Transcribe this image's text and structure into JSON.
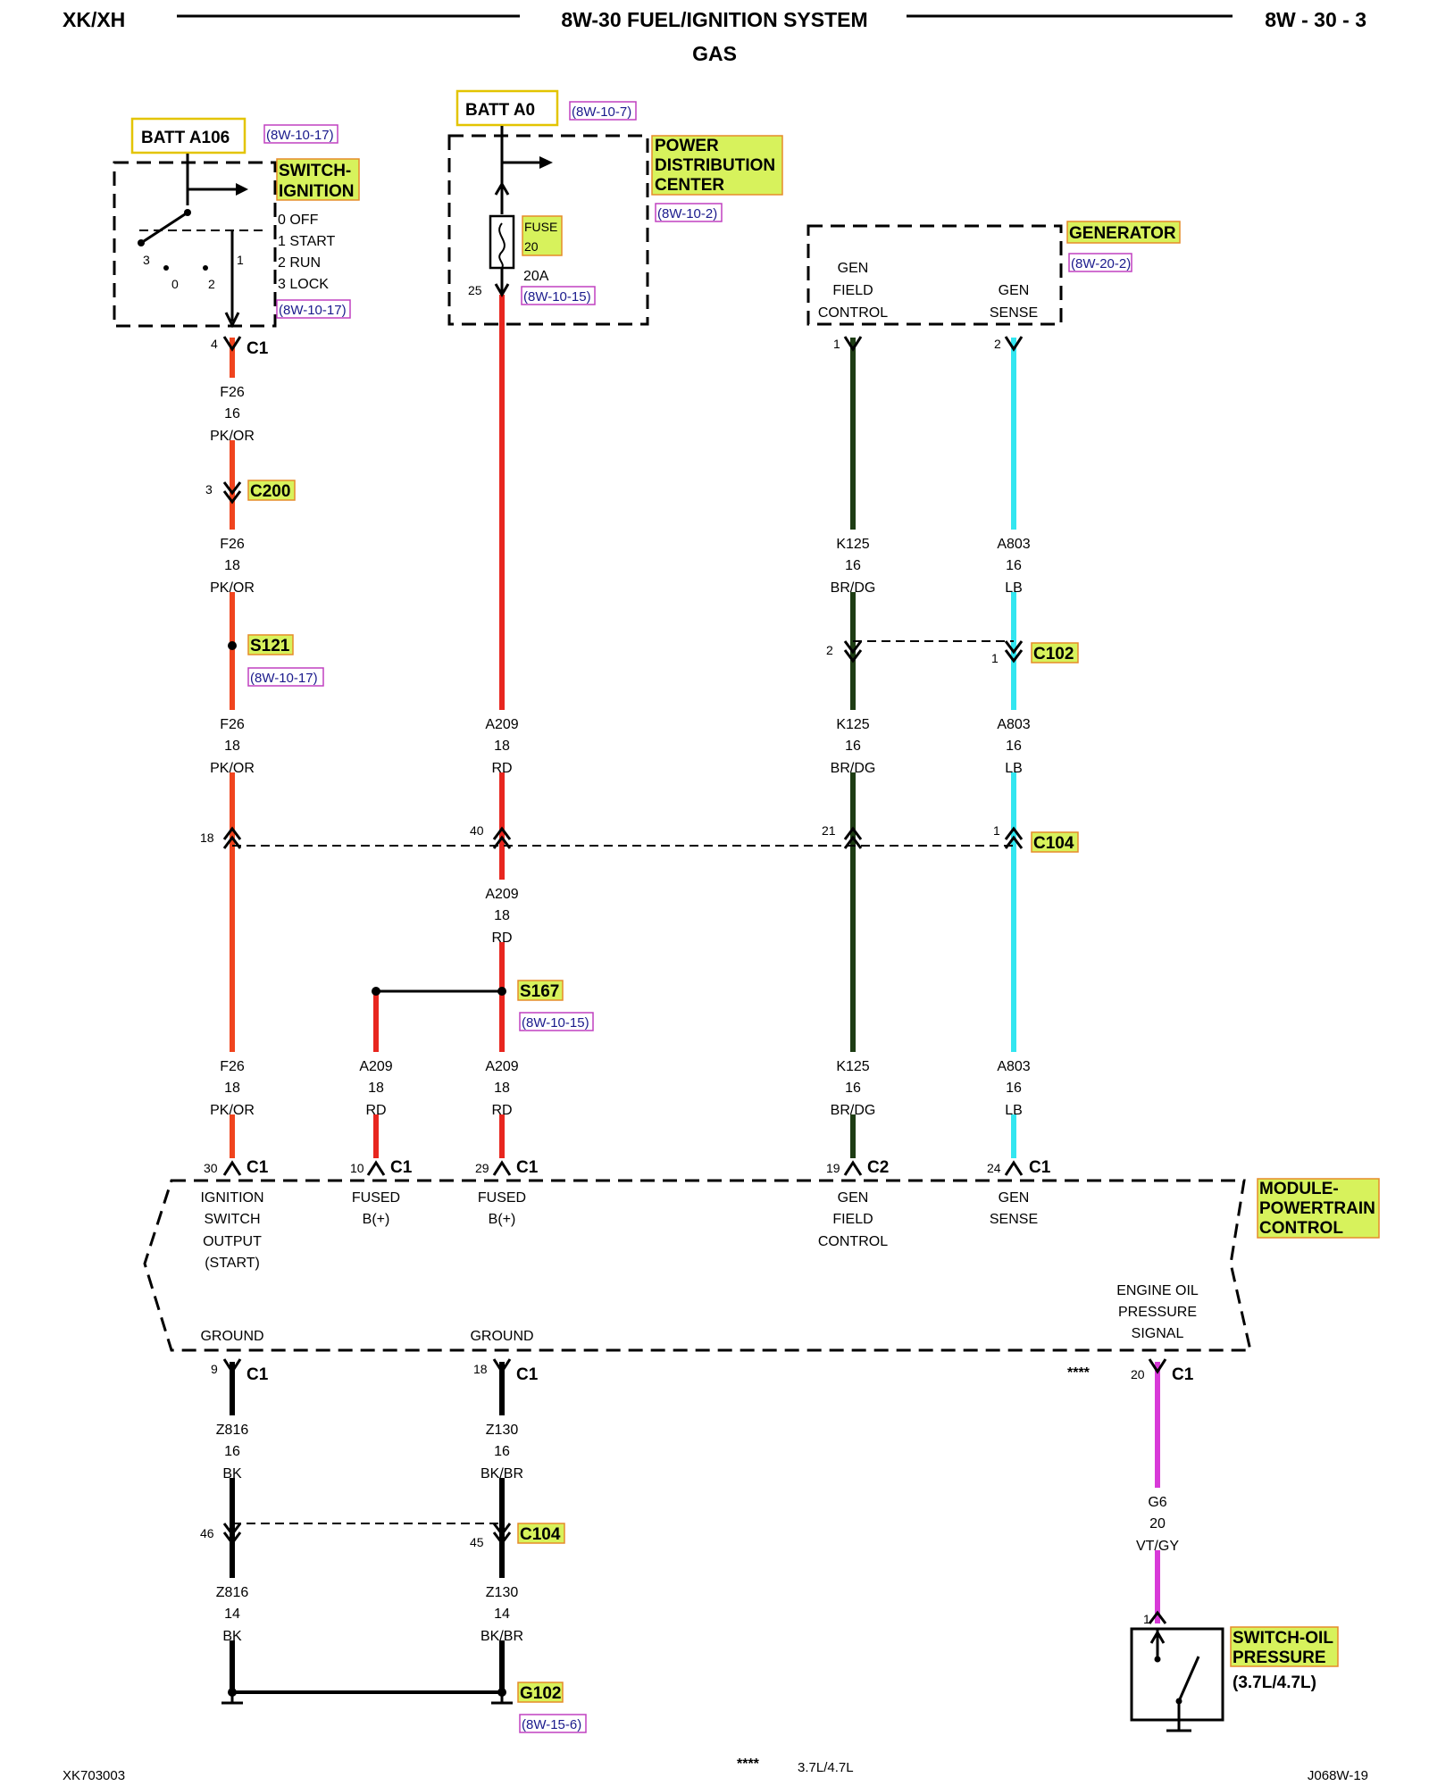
{
  "header": {
    "left": "XK/XH",
    "title": "8W-30 FUEL/IGNITION SYSTEM",
    "subtitle": "GAS",
    "page": "8W - 30 - 3"
  },
  "colors": {
    "pk_or": "#f0441e",
    "red": "#e8261f",
    "br_dg": "#1e3d14",
    "lb": "#33e6f0",
    "black": "#000000",
    "vt_gy": "#d83ad8",
    "highlight": "#d7f25c"
  },
  "components": {
    "batt_a106": "BATT A106",
    "batt_a106_ref": "(8W-10-17)",
    "batt_a0": "BATT A0",
    "batt_a0_ref": "(8W-10-7)",
    "switch_ign_line1": "SWITCH-",
    "switch_ign_line2": "IGNITION",
    "switch_positions": [
      "0 OFF",
      "1 START",
      "2 RUN",
      "3 LOCK"
    ],
    "switch_ref": "(8W-10-17)",
    "switch_dial": [
      "3",
      "0",
      "2",
      "1"
    ],
    "pdc_line1": "POWER",
    "pdc_line2": "DISTRIBUTION",
    "pdc_line3": "CENTER",
    "pdc_ref": "(8W-10-2)",
    "fuse_line1": "FUSE",
    "fuse_line2": "20",
    "fuse_amp": "20A",
    "fuse_pin": "25",
    "fuse_ref": "(8W-10-15)",
    "gen_name": "GENERATOR",
    "gen_ref": "(8W-20-2)",
    "gen_field": [
      "GEN",
      "FIELD",
      "CONTROL"
    ],
    "gen_sense": [
      "GEN",
      "SENSE"
    ],
    "pcm_line1": "MODULE-",
    "pcm_line2": "POWERTRAIN",
    "pcm_line3": "CONTROL",
    "oil_line1": "SWITCH-OIL",
    "oil_line2": "PRESSURE",
    "oil_line3": "(3.7L/4.7L)"
  },
  "connectors": {
    "c1": "C1",
    "c2": "C2",
    "c200": "C200",
    "s121": "S121",
    "s121_ref": "(8W-10-17)",
    "c102": "C102",
    "c104": "C104",
    "s167": "S167",
    "s167_ref": "(8W-10-15)",
    "g102": "G102",
    "g102_ref": "(8W-15-6)"
  },
  "pins": {
    "sw_c1": "4",
    "c200": "3",
    "gen1": "1",
    "gen2": "2",
    "c102_a": "2",
    "c102_b": "1",
    "c104_a": "18",
    "c104_b": "40",
    "c104_c": "21",
    "c104_d": "1",
    "pcm_30": "30",
    "pcm_10": "10",
    "pcm_29": "29",
    "pcm_19": "19",
    "pcm_24": "24",
    "pcm_9": "9",
    "pcm_18": "18",
    "pcm_20": "20",
    "c104g_a": "46",
    "c104g_b": "45",
    "oil_pin": "1"
  },
  "wires": {
    "f26_1": [
      "F26",
      "16",
      "PK/OR"
    ],
    "f26_2": [
      "F26",
      "18",
      "PK/OR"
    ],
    "f26_3": [
      "F26",
      "18",
      "PK/OR"
    ],
    "f26_4": [
      "F26",
      "18",
      "PK/OR"
    ],
    "a209_1": [
      "A209",
      "18",
      "RD"
    ],
    "a209_2": [
      "A209",
      "18",
      "RD"
    ],
    "a209_3": [
      "A209",
      "18",
      "RD"
    ],
    "a209_4": [
      "A209",
      "18",
      "RD"
    ],
    "k125_1": [
      "K125",
      "16",
      "BR/DG"
    ],
    "k125_2": [
      "K125",
      "16",
      "BR/DG"
    ],
    "k125_3": [
      "K125",
      "16",
      "BR/DG"
    ],
    "a803_1": [
      "A803",
      "16",
      "LB"
    ],
    "a803_2": [
      "A803",
      "16",
      "LB"
    ],
    "a803_3": [
      "A803",
      "16",
      "LB"
    ],
    "z816_1": [
      "Z816",
      "16",
      "BK"
    ],
    "z816_2": [
      "Z816",
      "14",
      "BK"
    ],
    "z130_1": [
      "Z130",
      "16",
      "BK/BR"
    ],
    "z130_2": [
      "Z130",
      "14",
      "BK/BR"
    ],
    "g6": [
      "G6",
      "20",
      "VT/GY"
    ]
  },
  "pcm_pins": {
    "ign": [
      "IGNITION",
      "SWITCH",
      "OUTPUT",
      "(START)"
    ],
    "fused1": [
      "FUSED",
      "B(+)"
    ],
    "fused2": [
      "FUSED",
      "B(+)"
    ],
    "genfield": [
      "GEN",
      "FIELD",
      "CONTROL"
    ],
    "gensense": [
      "GEN",
      "SENSE"
    ],
    "ground1": "GROUND",
    "ground2": "GROUND",
    "oil": [
      "ENGINE OIL",
      "PRESSURE",
      "SIGNAL"
    ],
    "stars": "****"
  },
  "footer": {
    "left": "XK703003",
    "note_stars": "****",
    "note_text": "3.7L/4.7L",
    "right": "J068W-19"
  }
}
